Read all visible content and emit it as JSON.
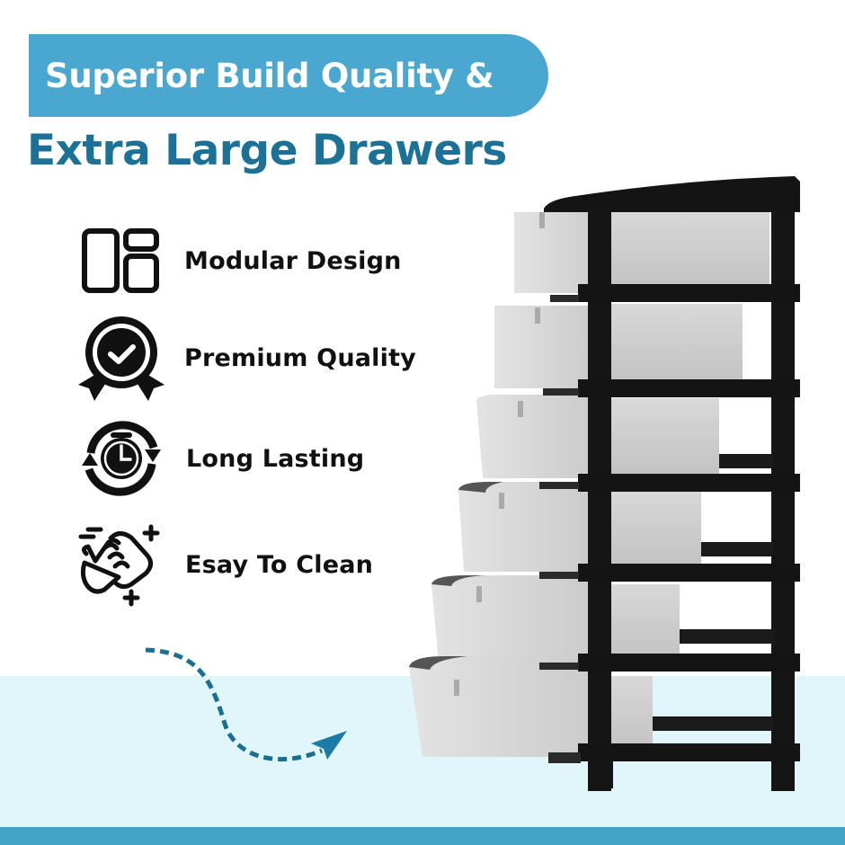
{
  "header": {
    "banner_text": "Superior Build Quality &",
    "subtitle": "Extra Large Drawers"
  },
  "features": [
    {
      "icon": "modular-layout-icon",
      "label": "Modular Design"
    },
    {
      "icon": "quality-badge-icon",
      "label": "Premium Quality"
    },
    {
      "icon": "clock-cycle-icon",
      "label": "Long Lasting"
    },
    {
      "icon": "cleaning-hand-icon",
      "label": "Esay To Clean"
    }
  ],
  "product": {
    "name": "6-tier drawer storage unit",
    "drawer_count": 6,
    "frame_color": "#141414",
    "drawer_color": "#cfcfcf"
  },
  "colors": {
    "banner": "#4aa7cf",
    "subtitle": "#1b7196",
    "arrow": "#1b6f90",
    "light_band": "#e0f6fb",
    "bottom_bar": "#42a3c6"
  }
}
